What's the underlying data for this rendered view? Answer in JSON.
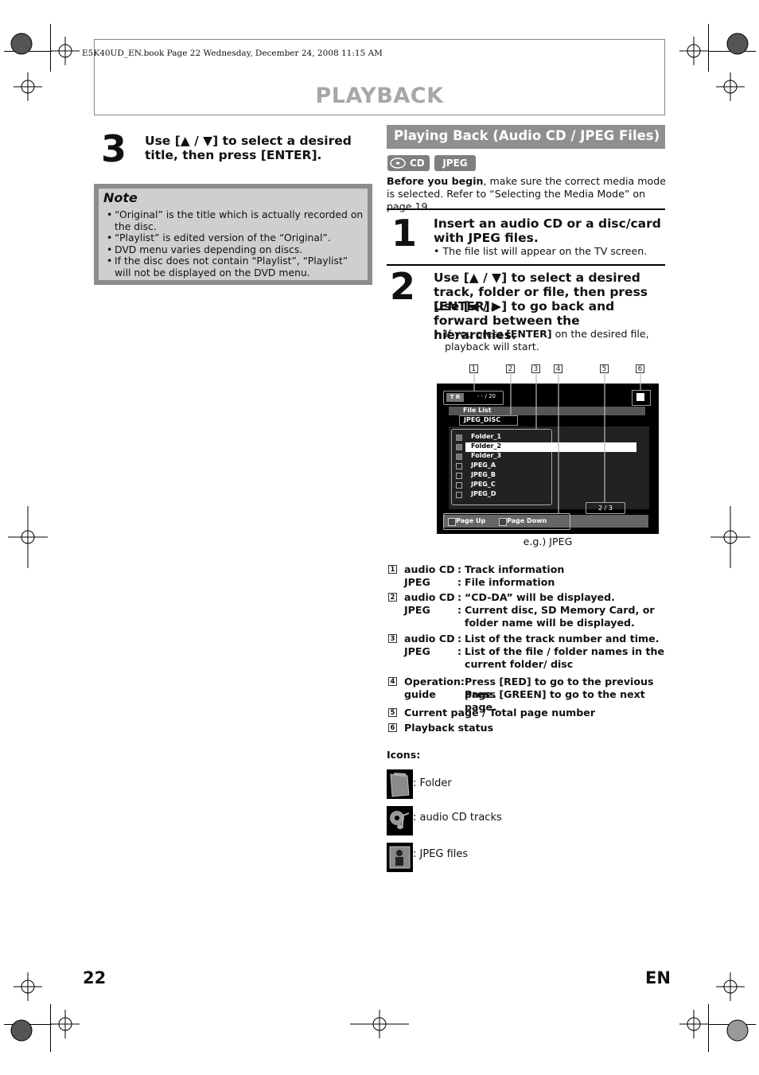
{
  "header": {
    "book_line": "E5K40UD_EN.book  Page 22  Wednesday, December 24, 2008  11:15 AM",
    "section_title": "PLAYBACK"
  },
  "left": {
    "step_number": "3",
    "step_text": "Use [▲ / ▼] to select a desired title, then press [ENTER].",
    "note": {
      "title": "Note",
      "items": [
        "“Original” is the title which is actually recorded on the disc.",
        "“Playlist” is edited version of the “Original”.",
        "DVD menu varies depending on discs.",
        "If the disc does not contain “Playlist”, “Playlist” will not be displayed on the DVD menu."
      ]
    }
  },
  "right": {
    "section_header": "Playing Back (Audio CD / JPEG Files)",
    "badges": [
      "CD",
      "JPEG"
    ],
    "intro_bold": "Before you begin",
    "intro_rest": ", make sure the correct media mode is selected. Refer to “Selecting the Media Mode” on page 19.",
    "step1": {
      "number": "1",
      "text": "Insert an audio CD or a disc/card with JPEG files.",
      "bullet": "The file list will appear on the TV screen."
    },
    "step2": {
      "number": "2",
      "text_line1": "Use [▲ / ▼] to select a desired track, folder or file, then press [ENTER].",
      "text_line2": "Use [◀ / ▶] to go back and forward between the hierarchies.",
      "bullet_pre": "If you press ",
      "bullet_bold": "[ENTER]",
      "bullet_post": " on the desired file, playback will start."
    },
    "screen": {
      "callouts": [
        "1",
        "2",
        "3",
        "4",
        "5",
        "6"
      ],
      "tr_label": "T R",
      "tr_value": "- - / 20",
      "file_list_label": "File List",
      "path": "JPEG_DISC",
      "items": [
        "Folder_1",
        "Folder_2",
        "Folder_3",
        "JPEG_A",
        "JPEG_B",
        "JPEG_C",
        "JPEG_D"
      ],
      "selected_index": 1,
      "page_indicator": "2  /  3",
      "page_up": "Page Up",
      "page_down": "Page Down",
      "caption": "e.g.) JPEG"
    },
    "legend": [
      {
        "num": "1",
        "a": "audio CD",
        "b": ":",
        "c": "Track information"
      },
      {
        "num": "",
        "a": "JPEG",
        "b": ":",
        "c": "File information"
      },
      {
        "num": "2",
        "a": "audio CD",
        "b": ":",
        "c": "“CD-DA” will be displayed."
      },
      {
        "num": "",
        "a": "JPEG",
        "b": ":",
        "c": "Current disc, SD Memory Card, or folder name will be displayed."
      },
      {
        "num": "3",
        "a": "audio CD",
        "b": ":",
        "c": "List of the track number and time."
      },
      {
        "num": "",
        "a": "JPEG",
        "b": ":",
        "c": "List of the file / folder names in the current folder/ disc"
      },
      {
        "num": "4",
        "a": "Operation:",
        "b": "",
        "c": "Press [RED] to go to the previous page."
      },
      {
        "num": "",
        "a": "guide",
        "b": "",
        "c": "Press [GREEN] to go to the next page."
      },
      {
        "num": "5",
        "a": "Current page / Total page number",
        "b": "",
        "c": ""
      },
      {
        "num": "6",
        "a": "Playback status",
        "b": "",
        "c": ""
      }
    ],
    "icons_title": "Icons:",
    "icons": [
      {
        "icon": "folder-icon",
        "label": ": Folder"
      },
      {
        "icon": "audio-cd-track-icon",
        "label": ": audio CD tracks"
      },
      {
        "icon": "jpeg-file-icon",
        "label": ": JPEG files"
      }
    ]
  },
  "footer": {
    "page_number": "22",
    "language": "EN"
  }
}
